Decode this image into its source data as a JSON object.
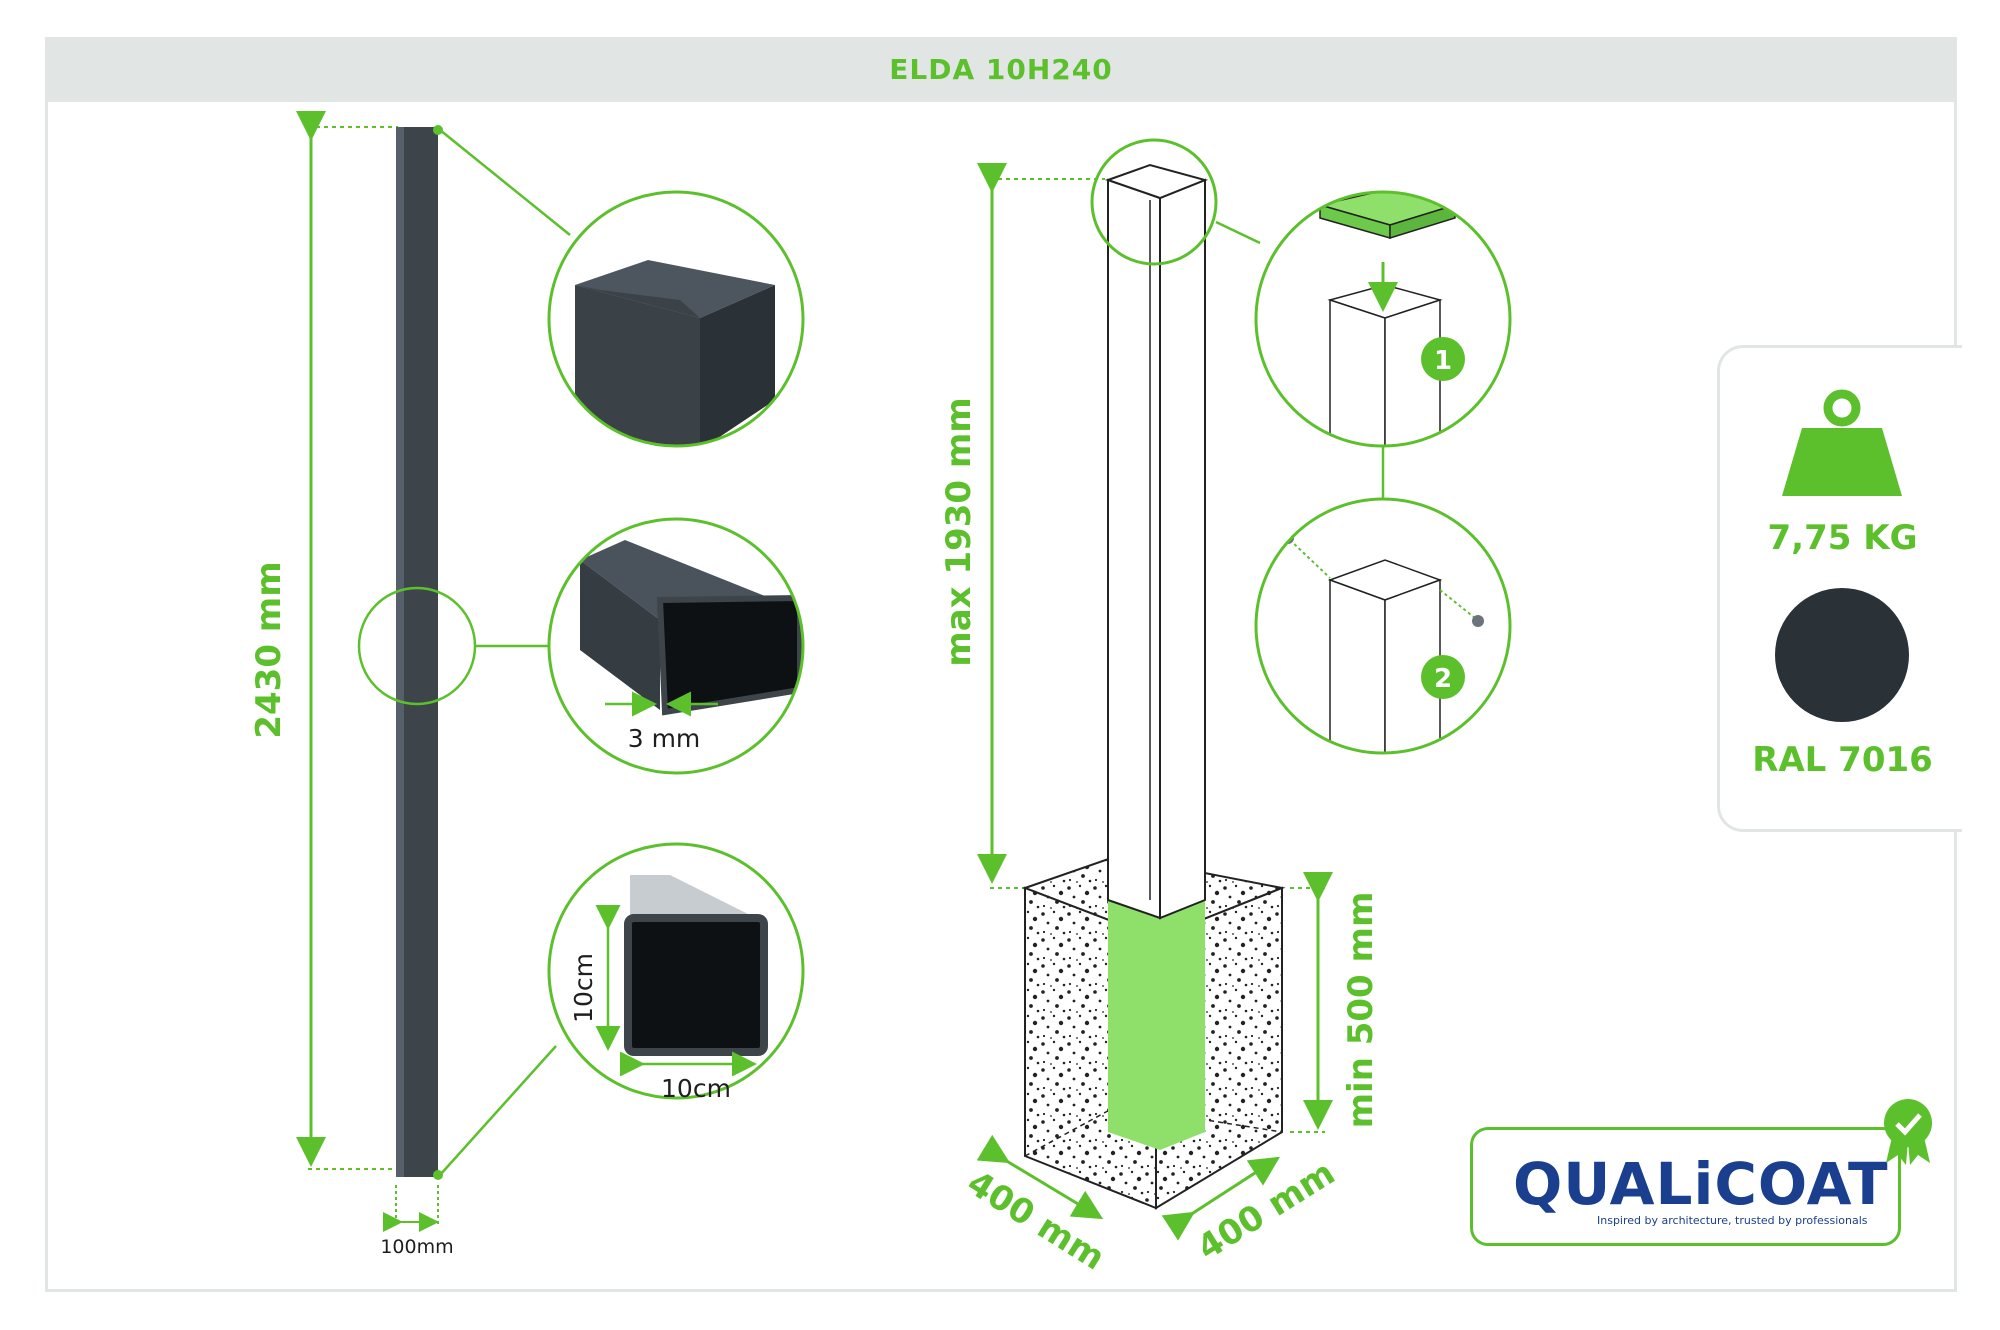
{
  "title": "ELDA 10H240",
  "post": {
    "height_label": "2430 mm",
    "width_label": "100mm",
    "wall_label": "3 mm",
    "section_h_label": "10cm",
    "section_w_label": "10cm"
  },
  "installation": {
    "max_height_label": "max 1930 mm",
    "min_depth_label": "min 500 mm",
    "base_width_label": "400 mm",
    "base_depth_label": "400 mm",
    "step1": "1",
    "step2": "2"
  },
  "specs": {
    "weight": "7,75 KG",
    "color_name": "RAL 7016",
    "color_hex": "#2b3237"
  },
  "brand": {
    "name": "QUALiCOAT",
    "tagline": "Inspired by architecture, trusted by professionals"
  },
  "colors": {
    "accent": "#5cc02c",
    "post": "#3d454b",
    "title_bg": "#e1e6e4"
  }
}
